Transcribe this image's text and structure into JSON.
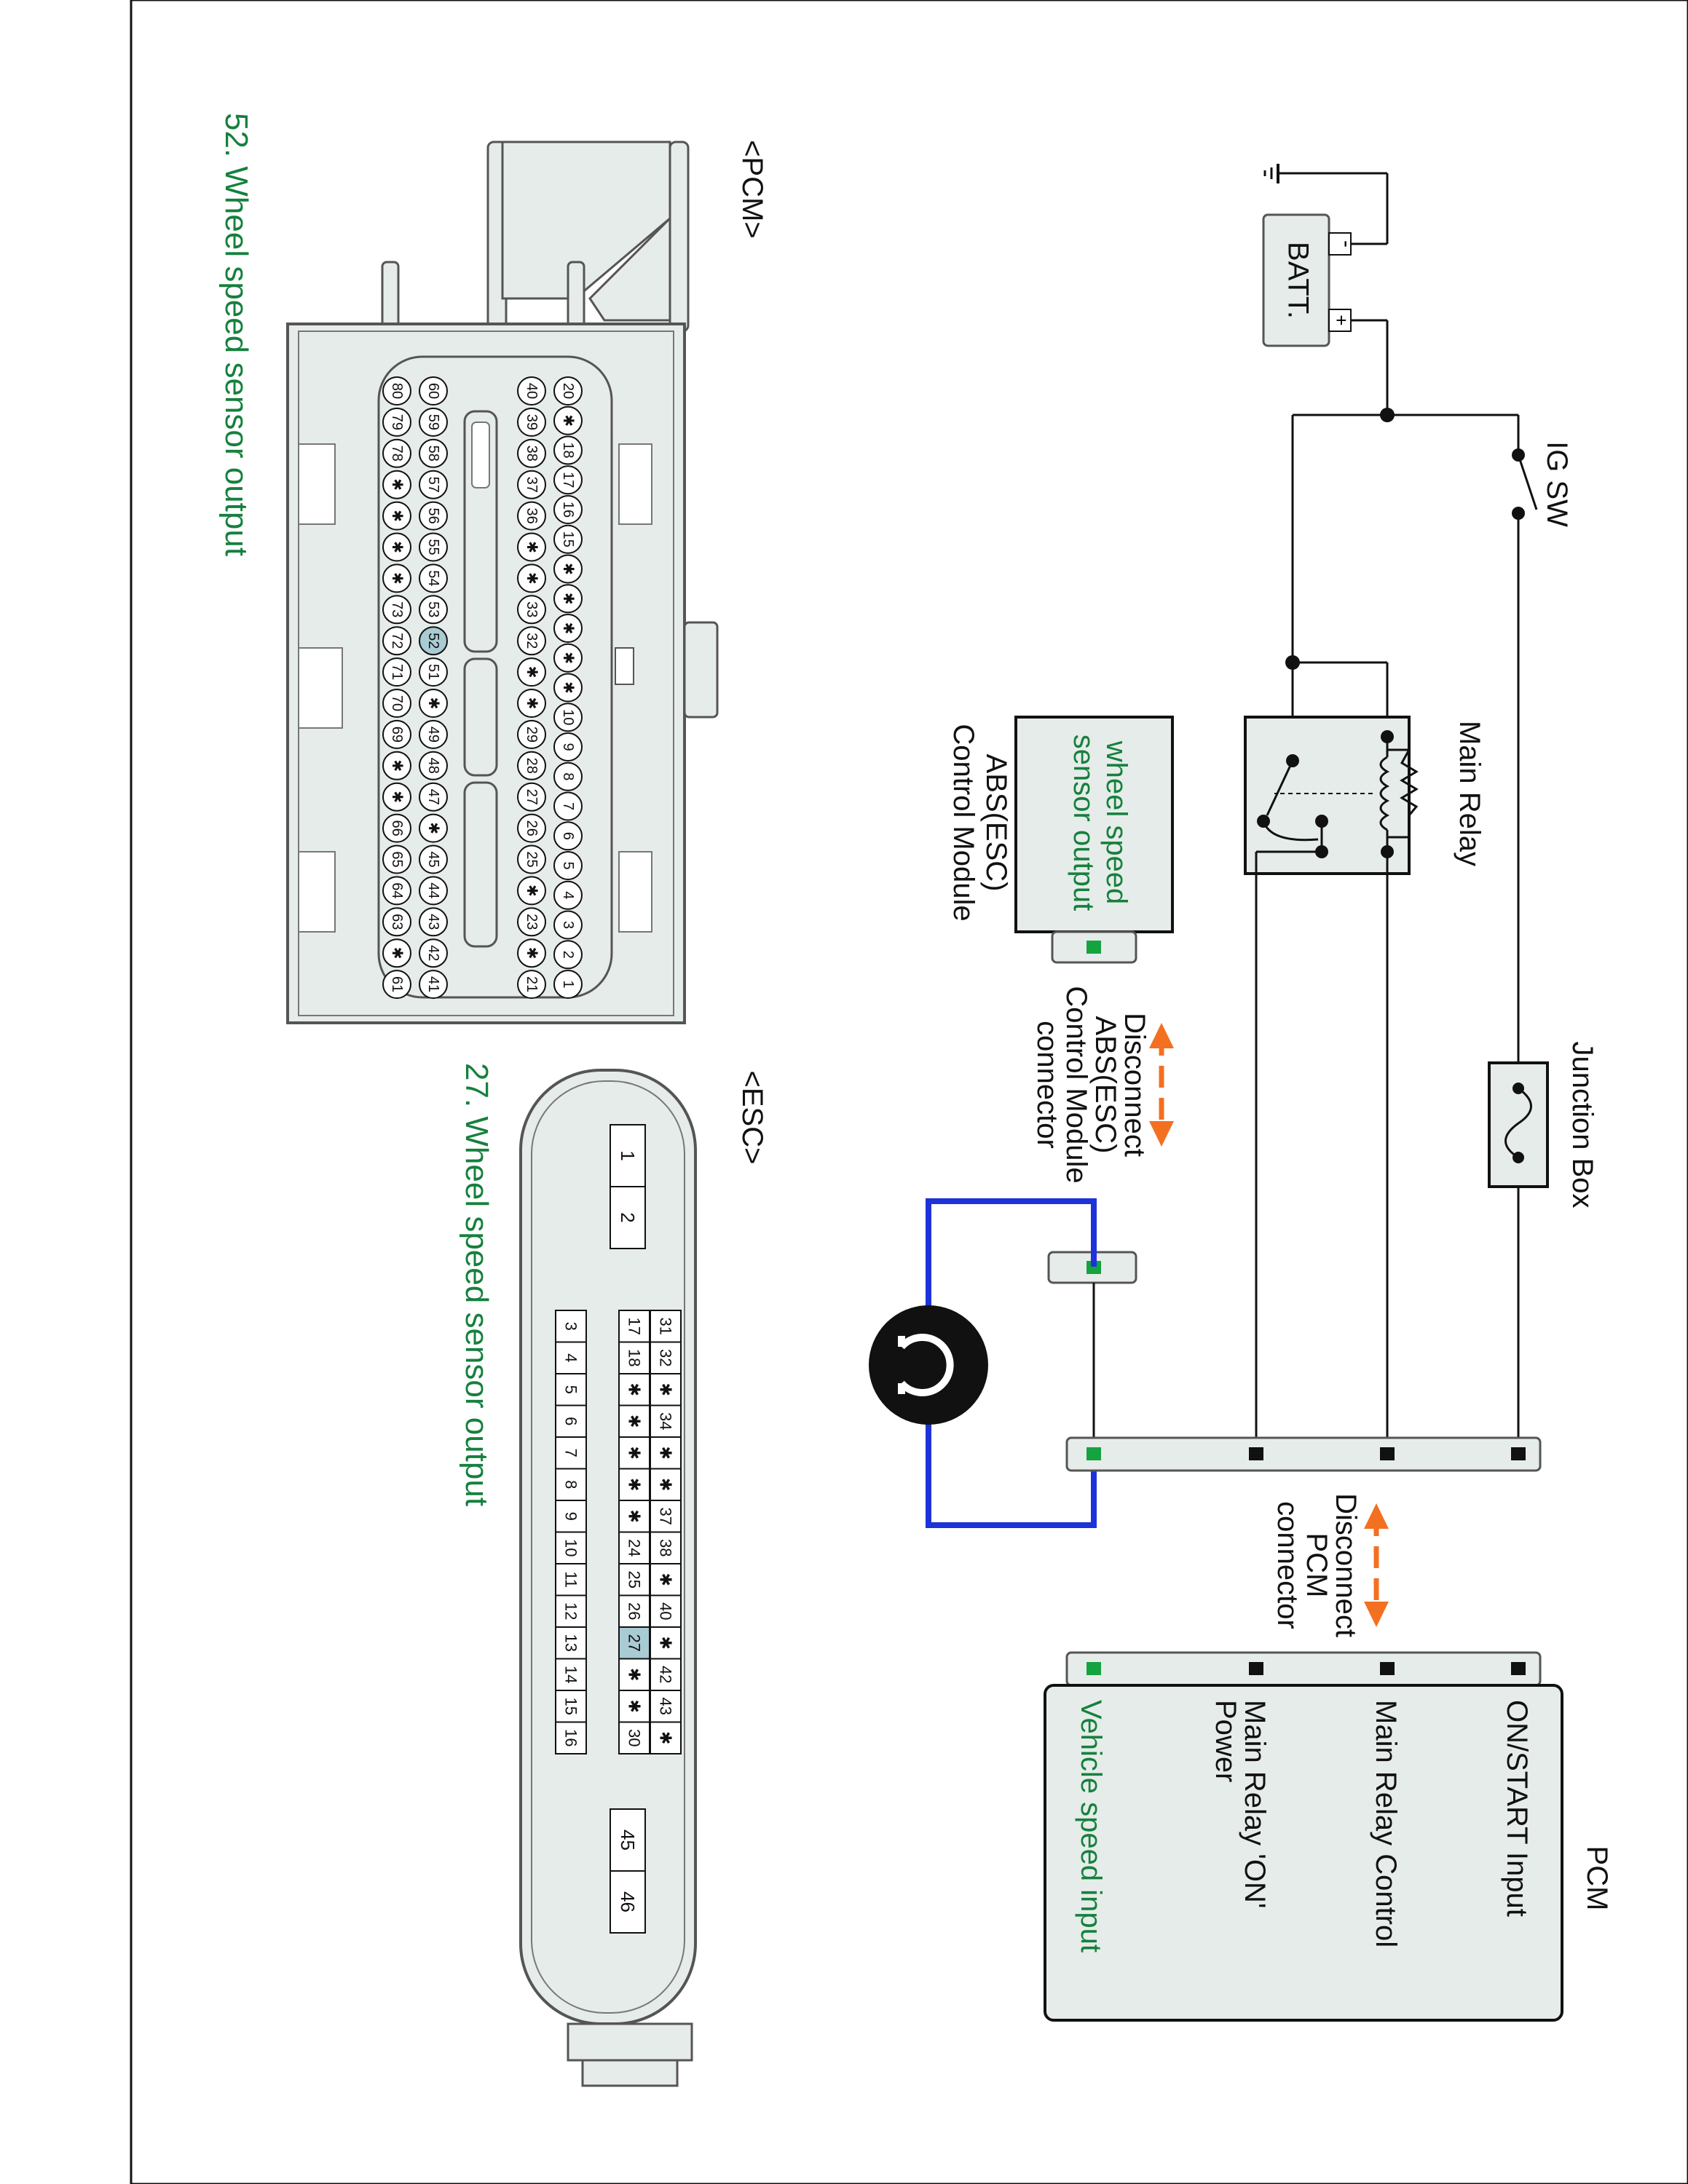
{
  "colors": {
    "line": "#111111",
    "label_green": "#15803d",
    "panel_fill": "#e6ece9",
    "panel_stroke": "#555555",
    "highlight": "#a9cbd3",
    "loop_blue": "#1d33d9",
    "arrow_orange": "#f37021",
    "term_green": "#15a340"
  },
  "diagram": {
    "battery_label": "BATT.",
    "battery_minus": "-",
    "battery_plus": "+",
    "ig_switch_label": "IG SW",
    "main_relay_label": "Main Relay",
    "junction_box_label": "Junction Box",
    "abs_box_text": [
      "wheel speed",
      "sensor output"
    ],
    "abs_module_caption": [
      "ABS(ESC)",
      "Control Module"
    ],
    "abs_disconnect": [
      "Disconnect",
      "ABS(ESC)",
      "Control Module",
      "connector"
    ],
    "pcm_disconnect": [
      "Disconnect",
      "PCM",
      "connector"
    ],
    "pcm_box_title": "PCM",
    "pcm_inputs": [
      "ON/START Input",
      "Main Relay Control",
      "Main Relay 'ON'",
      "Power",
      "Vehicle speed input"
    ],
    "pcm_connector_tag": "<PCM>",
    "esc_connector_tag": "<ESC>",
    "pcm_caption": "52. Wheel speed sensor output",
    "esc_caption": "27. Wheel speed sensor output",
    "star": "✱"
  },
  "pcm_pins": {
    "row1": [
      "20",
      "*",
      "18",
      "17",
      "16",
      "15",
      "*",
      "*",
      "*",
      "*",
      "*",
      "10",
      "9",
      "8",
      "7",
      "6",
      "5",
      "4",
      "3",
      "2",
      "1"
    ],
    "row2": [
      "40",
      "39",
      "38",
      "37",
      "36",
      "*",
      "*",
      "33",
      "32",
      "*",
      "*",
      "29",
      "28",
      "27",
      "26",
      "25",
      "*",
      "23",
      "*",
      "21"
    ],
    "row3": [
      "60",
      "59",
      "58",
      "57",
      "56",
      "55",
      "54",
      "53",
      "52",
      "51",
      "*",
      "49",
      "48",
      "47",
      "*",
      "45",
      "44",
      "43",
      "42",
      "41"
    ],
    "row4": [
      "80",
      "79",
      "78",
      "*",
      "*",
      "*",
      "*",
      "73",
      "72",
      "71",
      "70",
      "69",
      "*",
      "*",
      "66",
      "65",
      "64",
      "63",
      "*",
      "61"
    ],
    "highlight": "52"
  },
  "esc_pins": {
    "top_pair": [
      "1",
      "2"
    ],
    "row_a": [
      "31",
      "32",
      "*",
      "34",
      "*",
      "*",
      "37",
      "38",
      "*",
      "40",
      "*",
      "42",
      "43",
      "*"
    ],
    "row_b": [
      "17",
      "18",
      "*",
      "*",
      "*",
      "*",
      "*",
      "24",
      "25",
      "26",
      "27",
      "*",
      "*",
      "30"
    ],
    "row_c": [
      "3",
      "4",
      "5",
      "6",
      "7",
      "8",
      "9",
      "10",
      "11",
      "12",
      "13",
      "14",
      "15",
      "16"
    ],
    "bottom_pair": [
      "45",
      "46"
    ],
    "highlight": "27"
  }
}
